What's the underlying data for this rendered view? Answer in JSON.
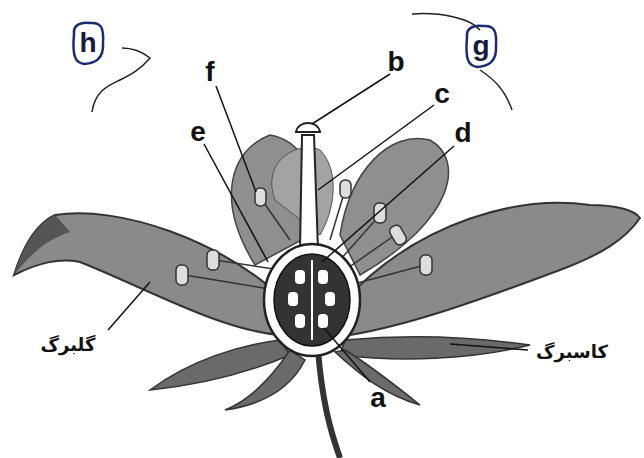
{
  "diagram": {
    "nodes": [
      {
        "text": [
          "h"
        ]
      },
      {
        "text": [
          "g"
        ]
      }
    ],
    "labels": [
      "b",
      "f",
      "c",
      "e",
      "d",
      "گلبرگ",
      "کاسبرگ",
      "a"
    ]
  }
}
